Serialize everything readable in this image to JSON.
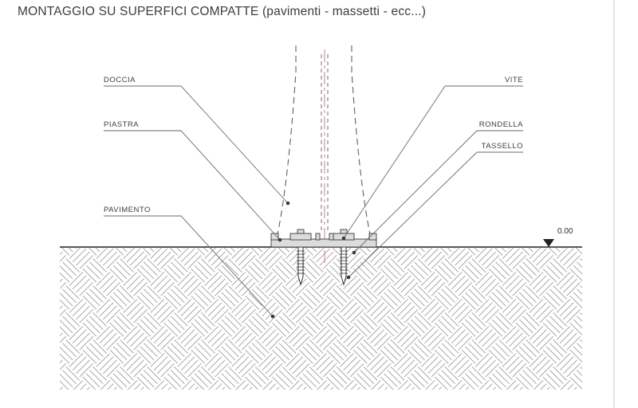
{
  "title": "MONTAGGIO SU SUPERFICI COMPATTE (pavimenti - massetti - ecc...)",
  "callouts": {
    "left": [
      {
        "id": "doccia",
        "label": "DOCCIA"
      },
      {
        "id": "piastra",
        "label": "PIASTRA"
      },
      {
        "id": "pavimento",
        "label": "PAVIMENTO"
      }
    ],
    "right": [
      {
        "id": "vite",
        "label": "VITE"
      },
      {
        "id": "rondella",
        "label": "RONDELLA"
      },
      {
        "id": "tassello",
        "label": "TASSELLO"
      }
    ]
  },
  "level_marker": {
    "value": "0.00"
  },
  "colors": {
    "line": "#2b2b2b",
    "leader": "#6a6a6a",
    "dashed_outline": "#606060",
    "centerline_red": "#cf7070",
    "hatch": "#a8a8a8",
    "plate_fill": "#dcdcdc",
    "text": "#3f3f3f",
    "page_border": "#c9c9c9"
  }
}
